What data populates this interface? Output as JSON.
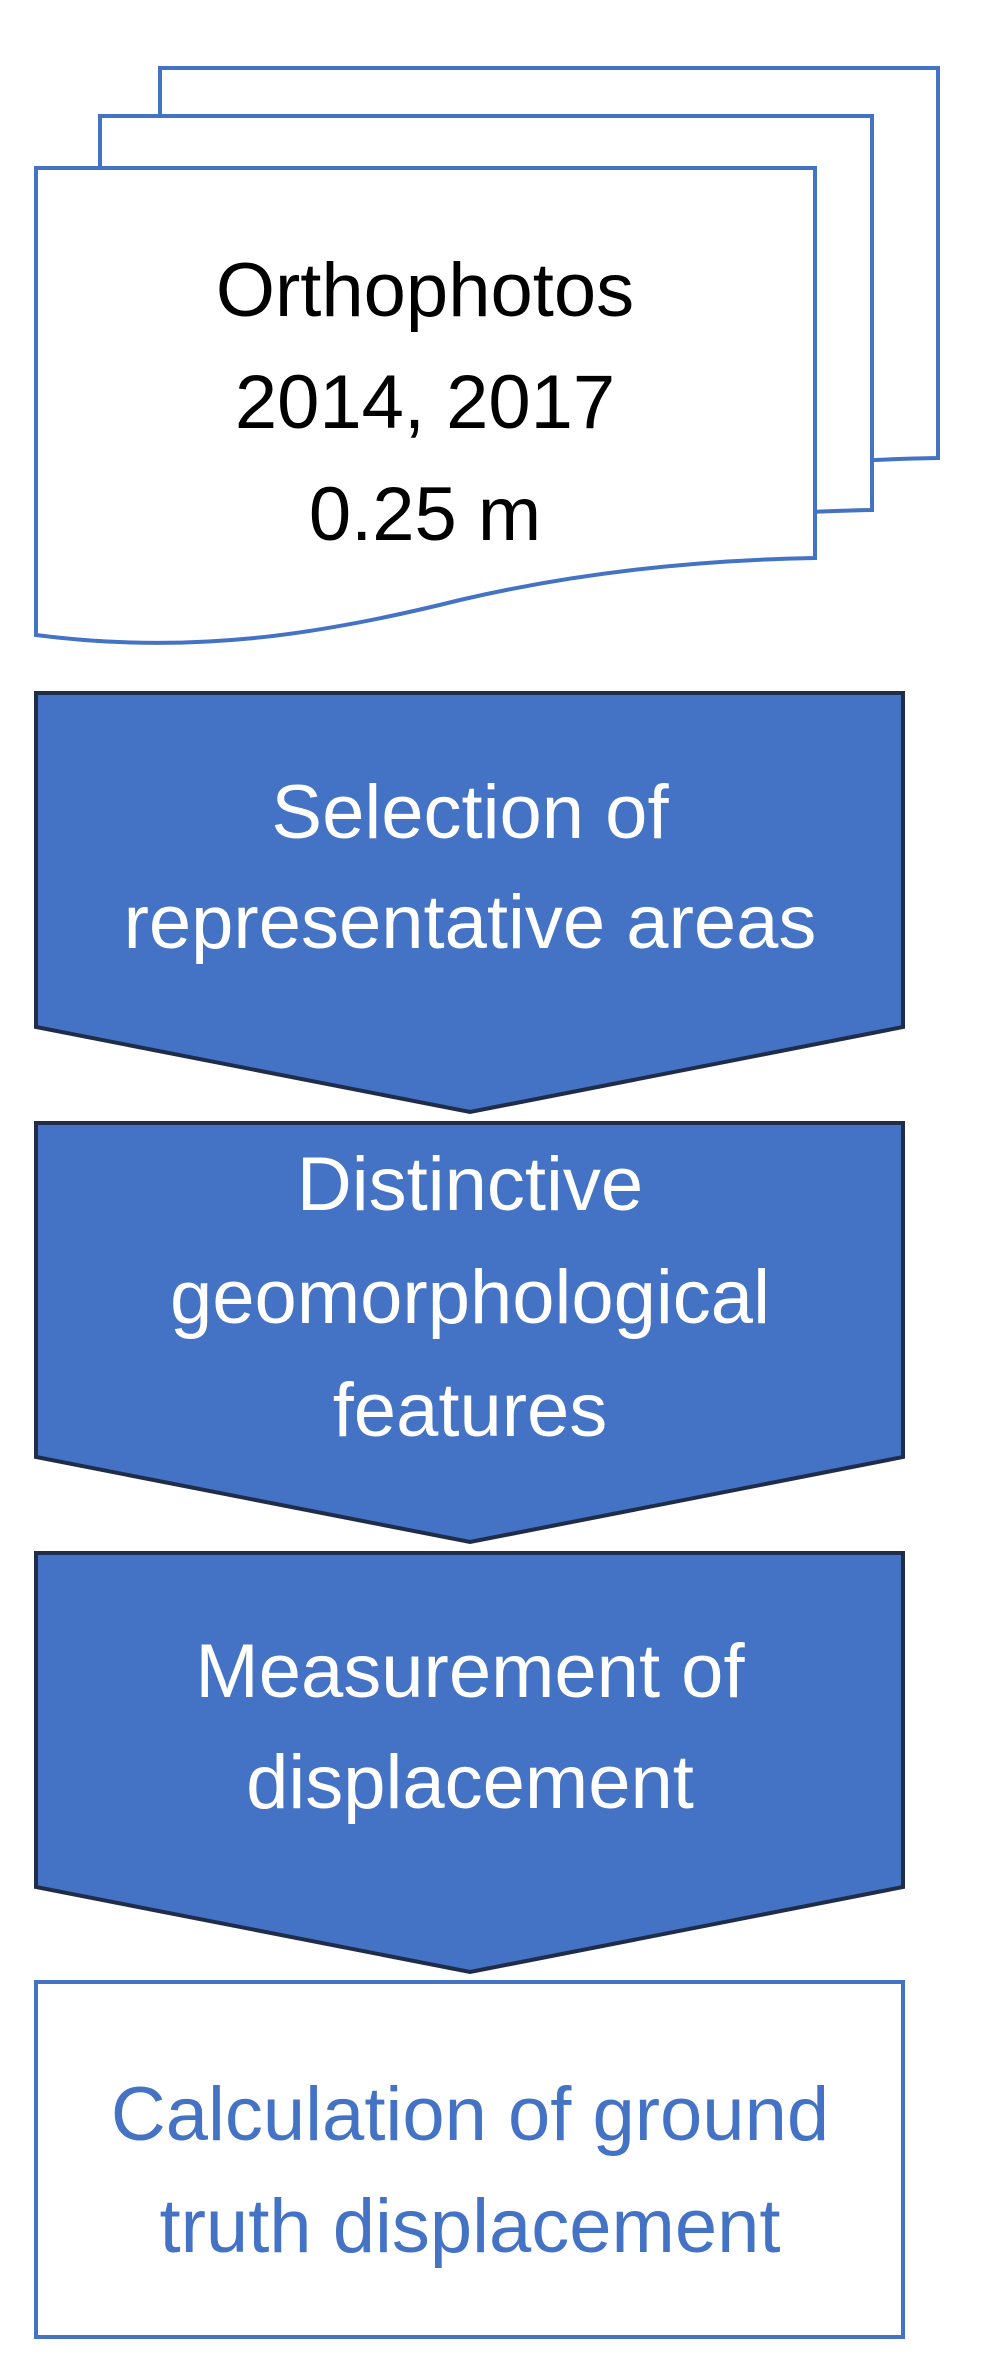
{
  "colors": {
    "box_fill": "#4472C4",
    "box_border": "#1F2D4A",
    "doc_border": "#4472C4",
    "doc_fill": "#FFFFFF",
    "doc_text": "#000000",
    "box_text": "#FFFFFF",
    "final_text": "#4472C4"
  },
  "input_document": {
    "icon": "multi-document-icon",
    "lines": [
      "Orthophotos",
      "2014, 2017",
      "0.25 m"
    ]
  },
  "steps": [
    {
      "lines": [
        "Selection of",
        "representative areas"
      ]
    },
    {
      "lines": [
        "Distinctive",
        "geomorphological",
        "features"
      ]
    },
    {
      "lines": [
        "Measurement of",
        "displacement"
      ]
    }
  ],
  "result": {
    "lines": [
      "Calculation of ground",
      "truth displacement"
    ]
  }
}
